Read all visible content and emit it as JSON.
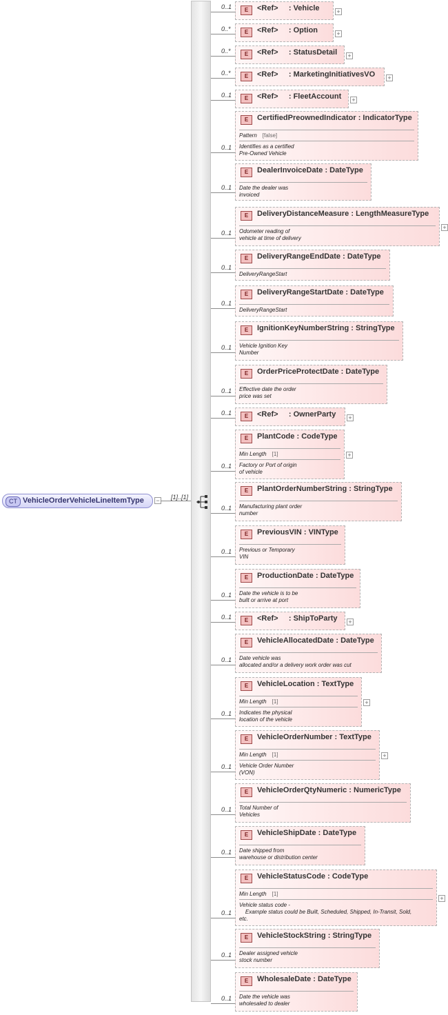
{
  "complex_type": {
    "badge": "CT",
    "name": "VehicleOrderVehicleLineItemType",
    "multiplicity": "[1]..[1]",
    "collapse_symbol": "−"
  },
  "compositor": {
    "icon": "sequence-icon"
  },
  "symbols": {
    "element_badge": "E",
    "expand": "+"
  },
  "elements": [
    {
      "multiplicity": "0..1",
      "ref": "<Ref>",
      "name": "Vehicle",
      "type": "",
      "facet": null,
      "documentation": [],
      "expandable": true
    },
    {
      "multiplicity": "0..*",
      "ref": "<Ref>",
      "name": "Option",
      "type": "",
      "facet": null,
      "documentation": [],
      "expandable": true
    },
    {
      "multiplicity": "0..*",
      "ref": "<Ref>",
      "name": "StatusDetail",
      "type": "",
      "facet": null,
      "documentation": [],
      "expandable": true
    },
    {
      "multiplicity": "0..*",
      "ref": "<Ref>",
      "name": "MarketingInitiativesVO",
      "type": "",
      "facet": null,
      "documentation": [],
      "expandable": true
    },
    {
      "multiplicity": "0..1",
      "ref": "<Ref>",
      "name": "FleetAccount",
      "type": "",
      "facet": null,
      "documentation": [],
      "expandable": true
    },
    {
      "multiplicity": "0..1",
      "ref": "",
      "name": "CertifiedPreownedIndicator",
      "type": "IndicatorType",
      "facet": {
        "label": "Pattern",
        "value": "[false]"
      },
      "documentation": [
        "Identifies as a certified",
        "Pre-Owned Vehicle"
      ],
      "expandable": false
    },
    {
      "multiplicity": "0..1",
      "ref": "",
      "name": "DealerInvoiceDate",
      "type": "DateType",
      "facet": null,
      "documentation": [
        "Date the dealer was",
        "invoiced"
      ],
      "expandable": false
    },
    {
      "multiplicity": "0..1",
      "ref": "",
      "name": "DeliveryDistanceMeasure",
      "type": "LengthMeasureType",
      "facet": null,
      "documentation": [
        "Odometer reading of",
        "vehicle at time of delivery"
      ],
      "expandable": true
    },
    {
      "multiplicity": "0..1",
      "ref": "",
      "name": "DeliveryRangeEndDate",
      "type": "DateType",
      "facet": null,
      "documentation": [
        "DeliveryRangeStart"
      ],
      "expandable": false
    },
    {
      "multiplicity": "0..1",
      "ref": "",
      "name": "DeliveryRangeStartDate",
      "type": "DateType",
      "facet": null,
      "documentation": [
        "DeliveryRangeStart"
      ],
      "expandable": false
    },
    {
      "multiplicity": "0..1",
      "ref": "",
      "name": "IgnitionKeyNumberString",
      "type": "StringType",
      "facet": null,
      "documentation": [
        "Vehicle Ignition Key",
        "Number"
      ],
      "expandable": false
    },
    {
      "multiplicity": "0..1",
      "ref": "",
      "name": "OrderPriceProtectDate",
      "type": "DateType",
      "facet": null,
      "documentation": [
        "Effective date the order",
        "price was set"
      ],
      "expandable": false
    },
    {
      "multiplicity": "0..1",
      "ref": "<Ref>",
      "name": "OwnerParty",
      "type": "",
      "facet": null,
      "documentation": [],
      "expandable": true
    },
    {
      "multiplicity": "0..1",
      "ref": "",
      "name": "PlantCode",
      "type": "CodeType",
      "facet": {
        "label": "Min Length",
        "value": "[1]"
      },
      "documentation": [
        "Factory or Port of origin",
        "of vehicle"
      ],
      "expandable": true
    },
    {
      "multiplicity": "0..1",
      "ref": "",
      "name": "PlantOrderNumberString",
      "type": "StringType",
      "facet": null,
      "documentation": [
        "Manufacturing plant order",
        "number"
      ],
      "expandable": false
    },
    {
      "multiplicity": "0..1",
      "ref": "",
      "name": "PreviousVIN",
      "type": "VINType",
      "facet": null,
      "documentation": [
        "Previous or Temporary",
        "VIN"
      ],
      "expandable": false
    },
    {
      "multiplicity": "0..1",
      "ref": "",
      "name": "ProductionDate",
      "type": "DateType",
      "facet": null,
      "documentation": [
        "Date the vehicle is to be",
        "built or arrive at port"
      ],
      "expandable": false
    },
    {
      "multiplicity": "0..1",
      "ref": "<Ref>",
      "name": "ShipToParty",
      "type": "",
      "facet": null,
      "documentation": [],
      "expandable": true
    },
    {
      "multiplicity": "0..1",
      "ref": "",
      "name": "VehicleAllocatedDate",
      "type": "DateType",
      "facet": null,
      "documentation": [
        "Date vehicle was",
        "allocated and/or a delivery work order was cut"
      ],
      "expandable": false
    },
    {
      "multiplicity": "0..1",
      "ref": "",
      "name": "VehicleLocation",
      "type": "TextType",
      "facet": {
        "label": "Min Length",
        "value": "[1]"
      },
      "documentation": [
        "Indicates the physical",
        "location of the vehicle"
      ],
      "expandable": true
    },
    {
      "multiplicity": "0..1",
      "ref": "",
      "name": "VehicleOrderNumber",
      "type": "TextType",
      "facet": {
        "label": "Min Length",
        "value": "[1]"
      },
      "documentation": [
        "Vehicle Order Number",
        "(VON)"
      ],
      "expandable": true
    },
    {
      "multiplicity": "0..1",
      "ref": "",
      "name": "VehicleOrderQtyNumeric",
      "type": "NumericType",
      "facet": null,
      "documentation": [
        "Total Number of",
        "Vehicles"
      ],
      "expandable": false
    },
    {
      "multiplicity": "0..1",
      "ref": "",
      "name": "VehicleShipDate",
      "type": "DateType",
      "facet": null,
      "documentation": [
        "Date shipped from",
        "warehouse or distribution center"
      ],
      "expandable": false
    },
    {
      "multiplicity": "0..1",
      "ref": "",
      "name": "VehicleStatusCode",
      "type": "CodeType",
      "facet": {
        "label": "Min Length",
        "value": "[1]"
      },
      "documentation": [
        "Vehicle status code -",
        "    Example status could be Built, Scheduled, Shipped, In-Transit, Sold,",
        "etc."
      ],
      "expandable": true
    },
    {
      "multiplicity": "0..1",
      "ref": "",
      "name": "VehicleStockString",
      "type": "StringType",
      "facet": null,
      "documentation": [
        "Dealer assigned vehicle",
        "stock number"
      ],
      "expandable": false
    },
    {
      "multiplicity": "0..1",
      "ref": "",
      "name": "WholesaleDate",
      "type": "DateType",
      "facet": null,
      "documentation": [
        "Date the vehicle was",
        "wholesaled to dealer"
      ],
      "expandable": false
    }
  ]
}
